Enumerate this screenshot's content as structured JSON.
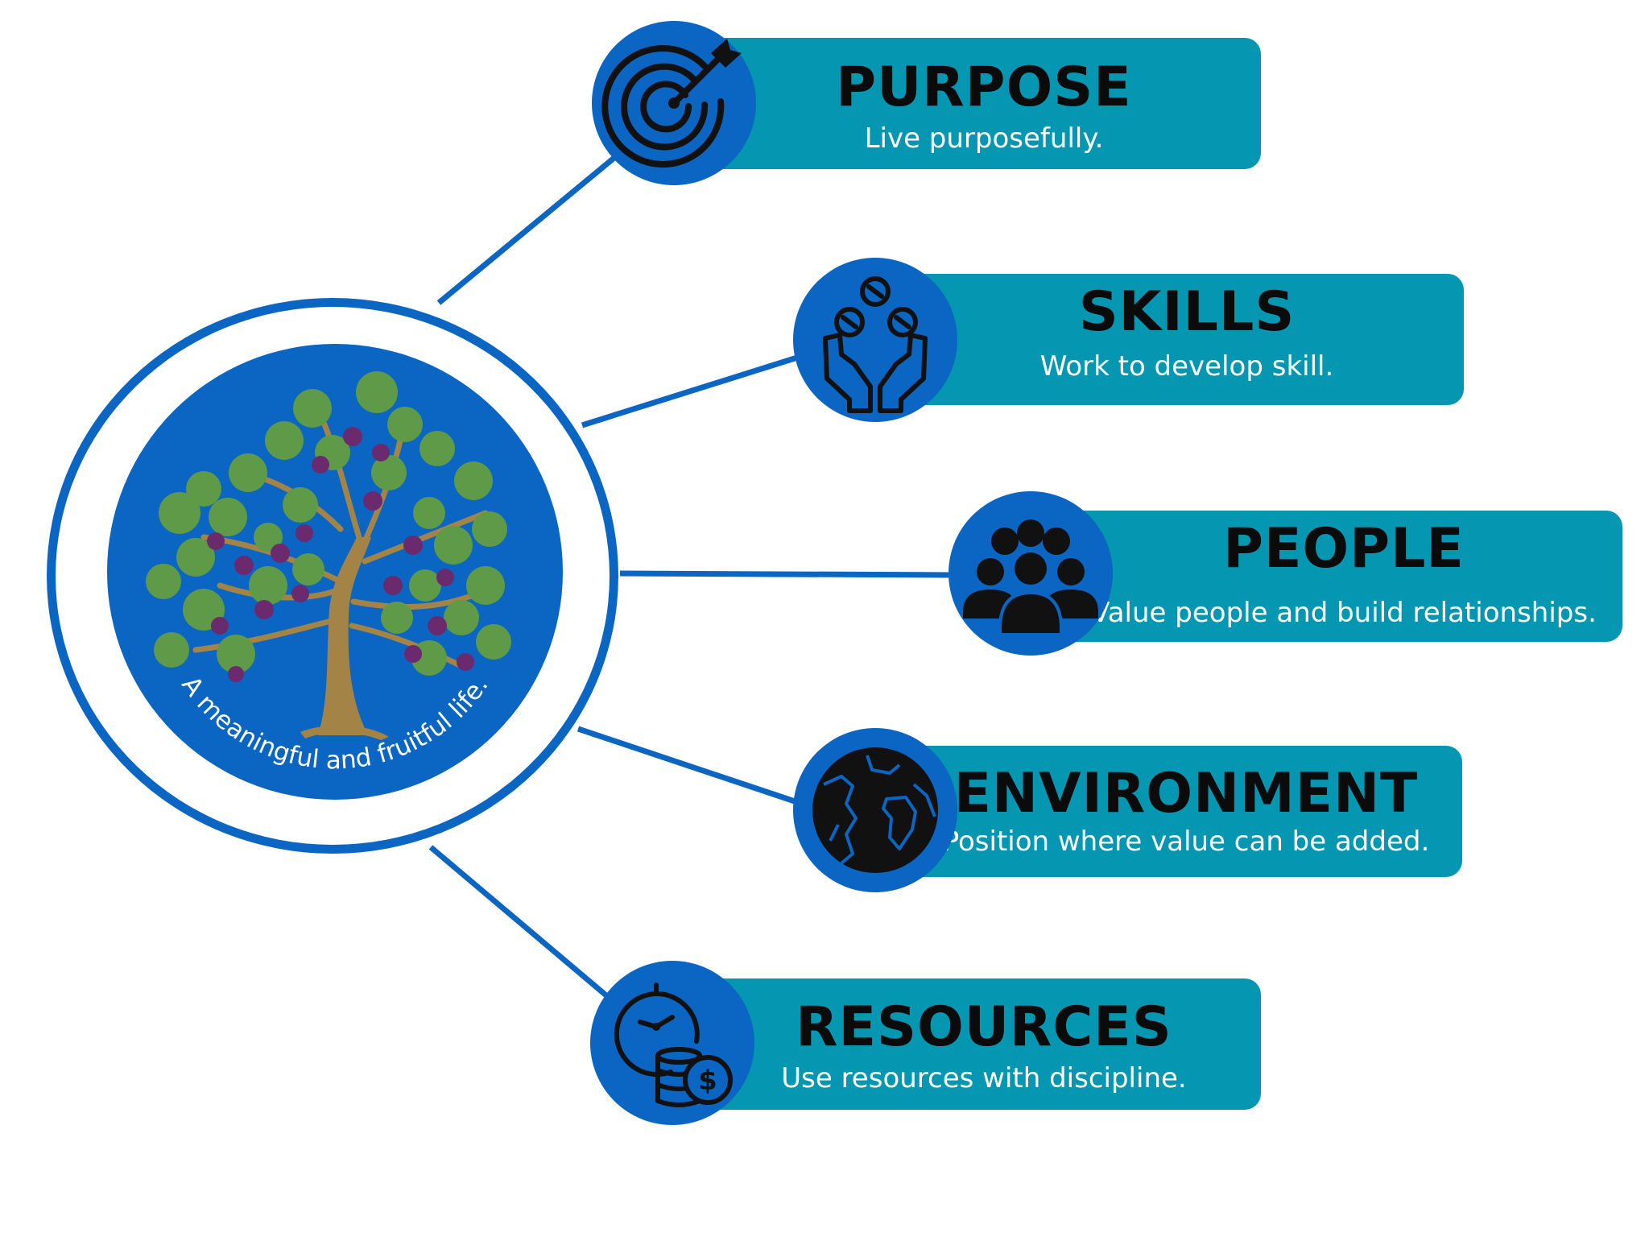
{
  "colors": {
    "blue": "#0A66C2",
    "teal": "#0596B2",
    "leaf": "#5E9A47",
    "fruit": "#6B2A6E",
    "trunk": "#A38446",
    "white": "#FFFFFF",
    "ink": "#0B0B0B"
  },
  "center": {
    "caption": "A meaningful and fruitful life.",
    "icon": "fig-tree-icon"
  },
  "items": [
    {
      "title": "PURPOSE",
      "subtitle": "Live purposefully.",
      "icon": "target-arrow-icon"
    },
    {
      "title": "SKILLS",
      "subtitle": "Work to develop skill.",
      "icon": "juggling-hands-icon"
    },
    {
      "title": "PEOPLE",
      "subtitle": "Value people and build relationships.",
      "icon": "people-group-icon"
    },
    {
      "title": "ENVIRONMENT",
      "subtitle": "Position where value can be added.",
      "icon": "globe-icon"
    },
    {
      "title": "RESOURCES",
      "subtitle": "Use resources with discipline.",
      "icon": "time-money-icon"
    }
  ]
}
